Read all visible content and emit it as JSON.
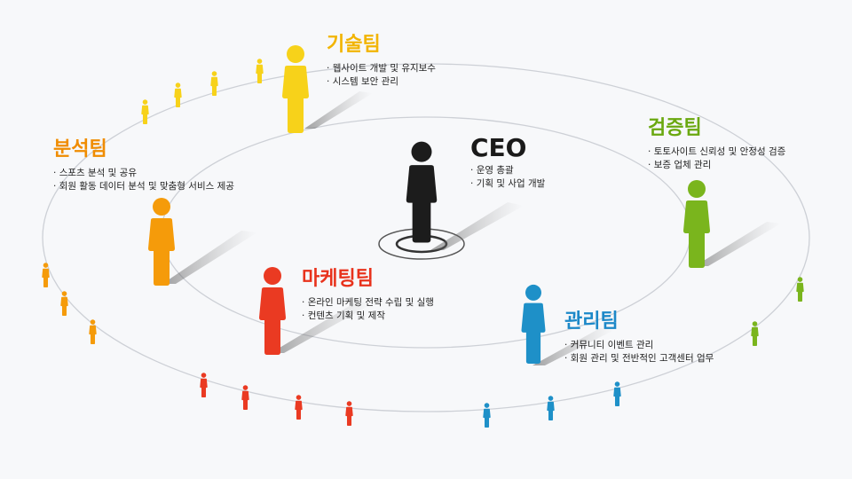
{
  "colors": {
    "ceo": "#1c1c1c",
    "tech": "#f7d21a",
    "tech_title": "#f2b400",
    "analysis": "#f59b0a",
    "analysis_title": "#f08c00",
    "verify": "#7ab51d",
    "verify_title": "#6aa80f",
    "marketing": "#ea3a22",
    "marketing_title": "#e8321c",
    "admin": "#1e90c8",
    "admin_title": "#1c88c8",
    "ring": "#c9cbd0"
  },
  "ceo": {
    "title": "CEO",
    "items": [
      "운영 총괄",
      "기획 및 사업 개발"
    ]
  },
  "teams": {
    "tech": {
      "title": "기술팀",
      "items": [
        "웹사이트 개발 및 유지보수",
        "시스템 보안 관리"
      ]
    },
    "analysis": {
      "title": "분석팀",
      "items": [
        "스포츠 분석 및 공유",
        "회원 활동 데이터 분석 및 맞춤형 서비스 제공"
      ]
    },
    "verify": {
      "title": "검증팀",
      "items": [
        "토토사이트 신뢰성 및 안정성 검증",
        "보증 업체 관리"
      ]
    },
    "marketing": {
      "title": "마케팅팀",
      "items": [
        "온라인 마케팅 전략 수립 및 실행",
        "컨텐츠 기획 및 제작"
      ]
    },
    "admin": {
      "title": "관리팀",
      "items": [
        "커뮤니티 이벤트 관리",
        "회원 관리 및 전반적인 고객센터 업무"
      ]
    }
  },
  "icons": {
    "person": "person-icon"
  }
}
